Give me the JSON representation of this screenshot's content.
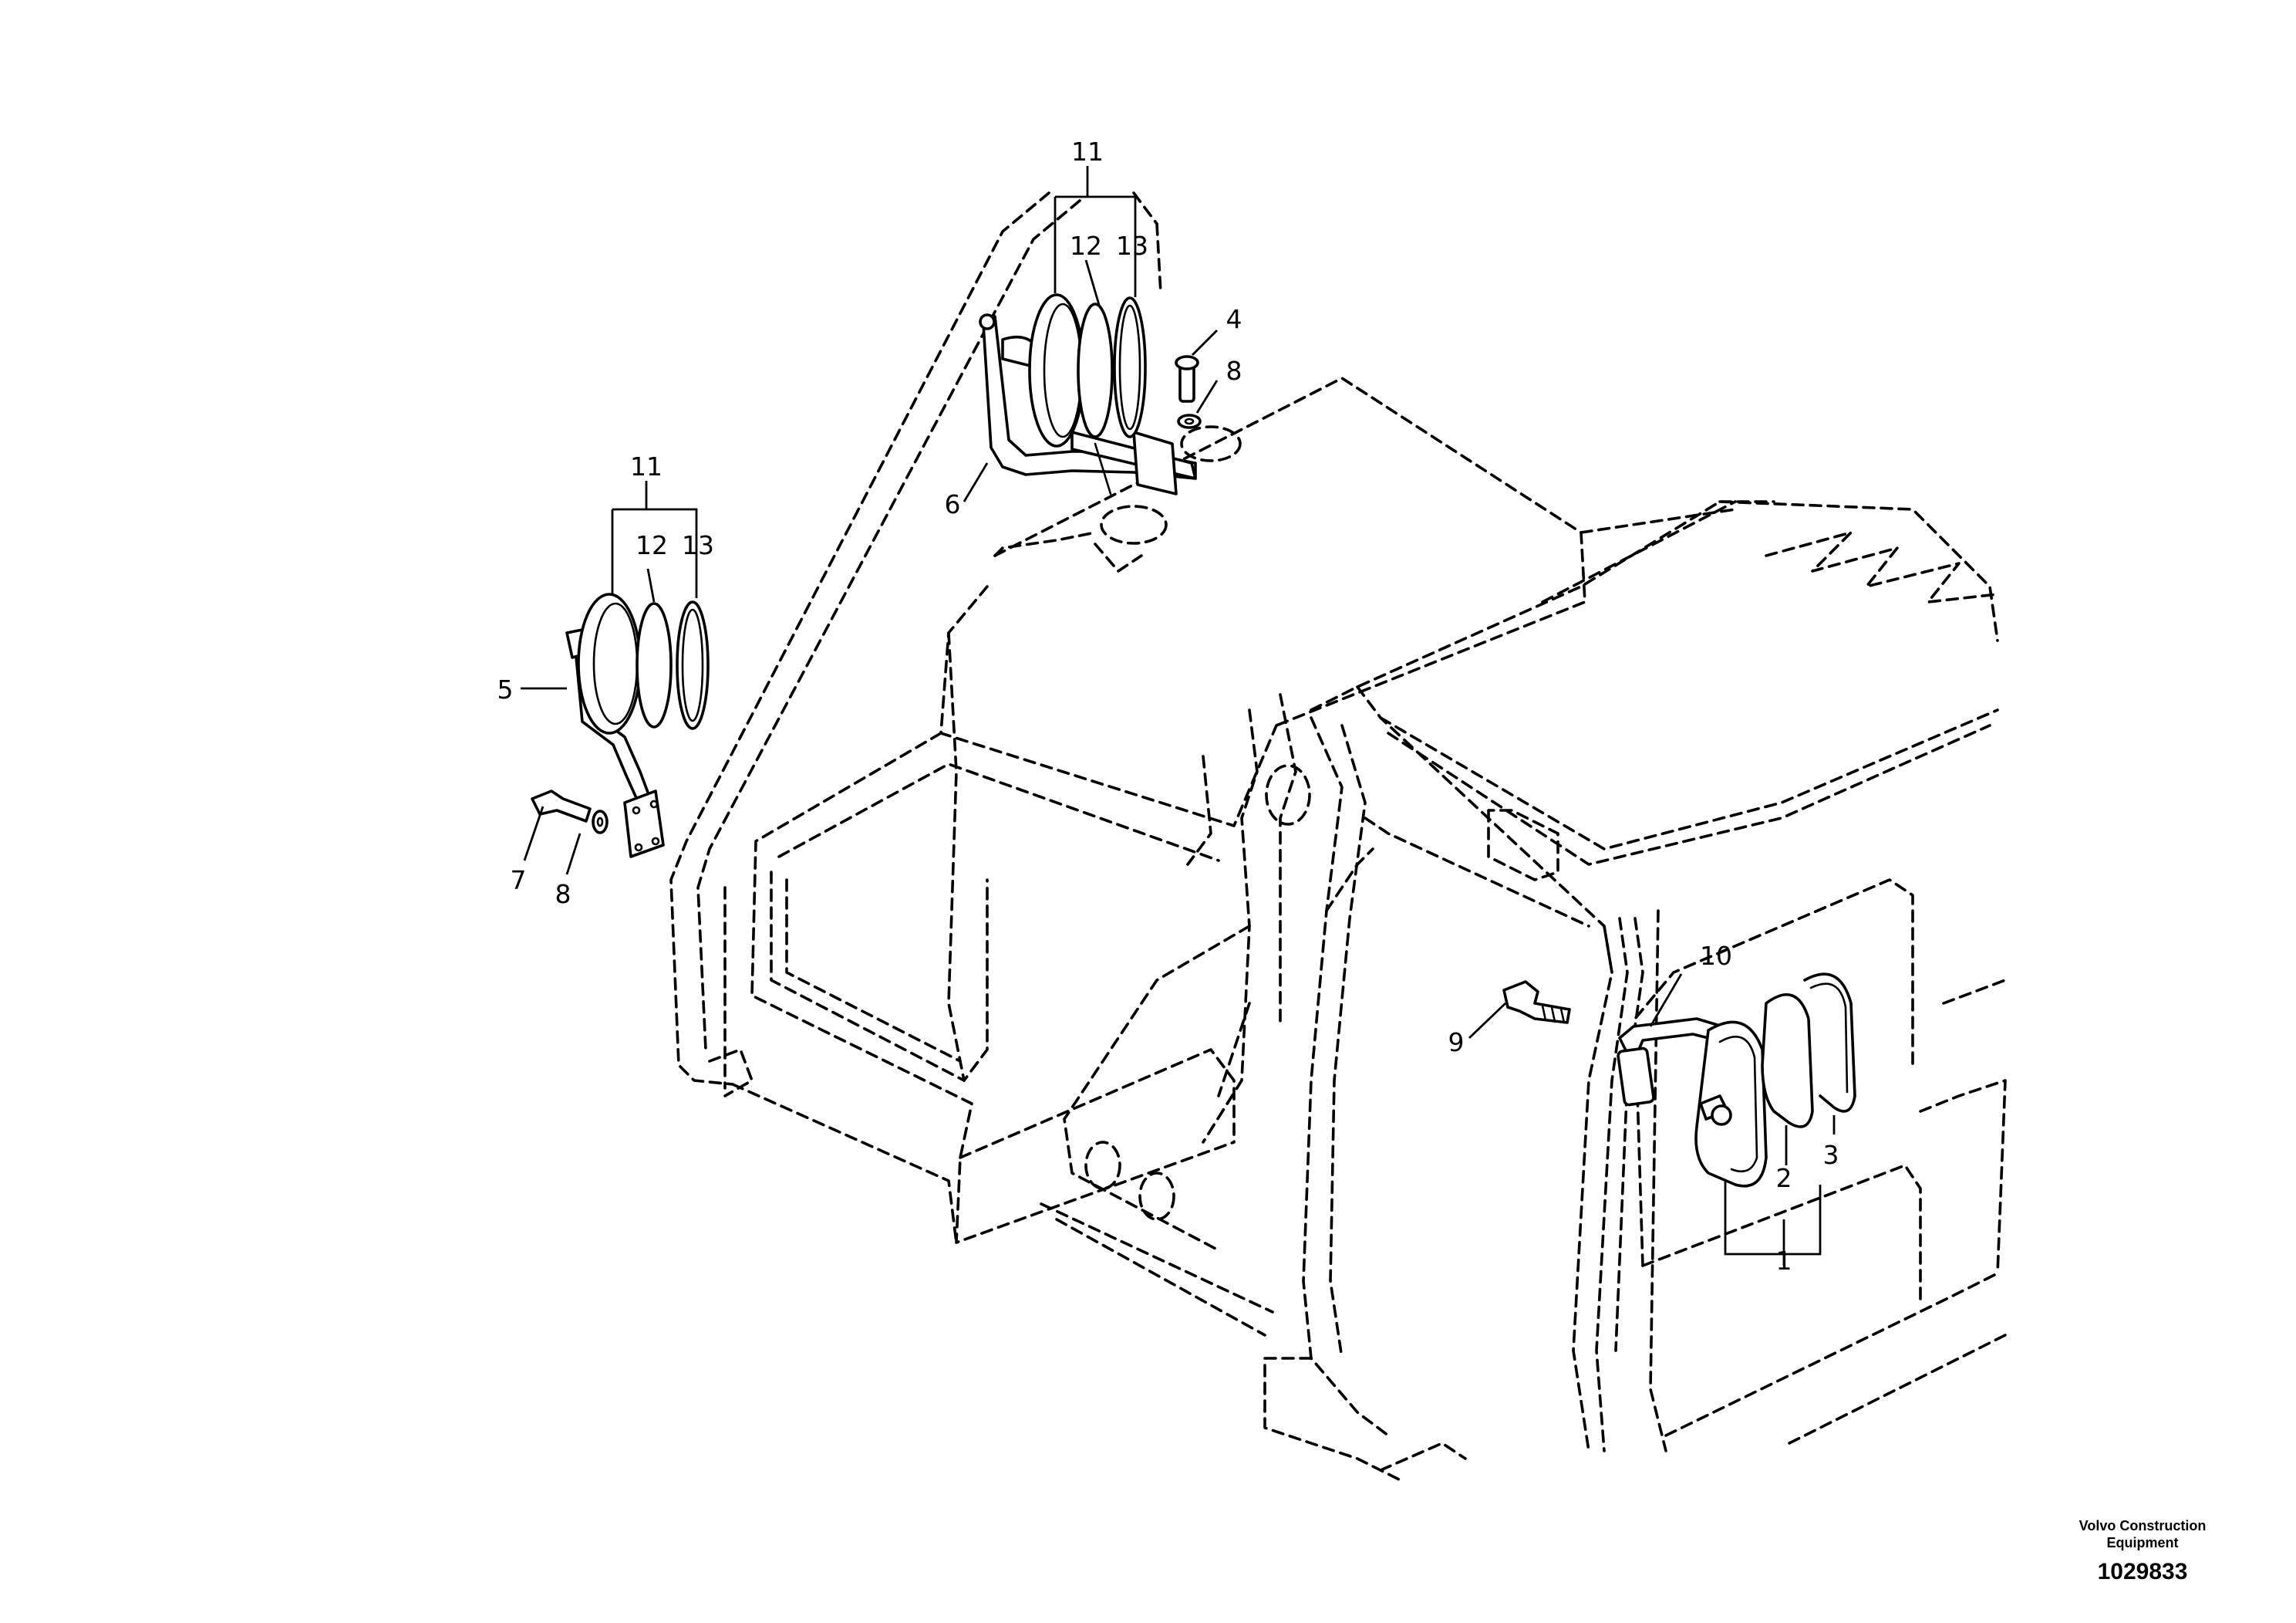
{
  "callouts": {
    "c1": "1",
    "c2": "2",
    "c3": "3",
    "c4": "4",
    "c5": "5",
    "c6": "6",
    "c7": "7",
    "c8_left": "8",
    "c8_top": "8",
    "c9": "9",
    "c10": "10",
    "c11_top": "11",
    "c12_top": "12",
    "c13_top": "13",
    "c11_left": "11",
    "c12_left": "12",
    "c13_left": "13"
  },
  "footer": {
    "company": "Volvo Construction Equipment",
    "drawing_number": "1029833"
  }
}
